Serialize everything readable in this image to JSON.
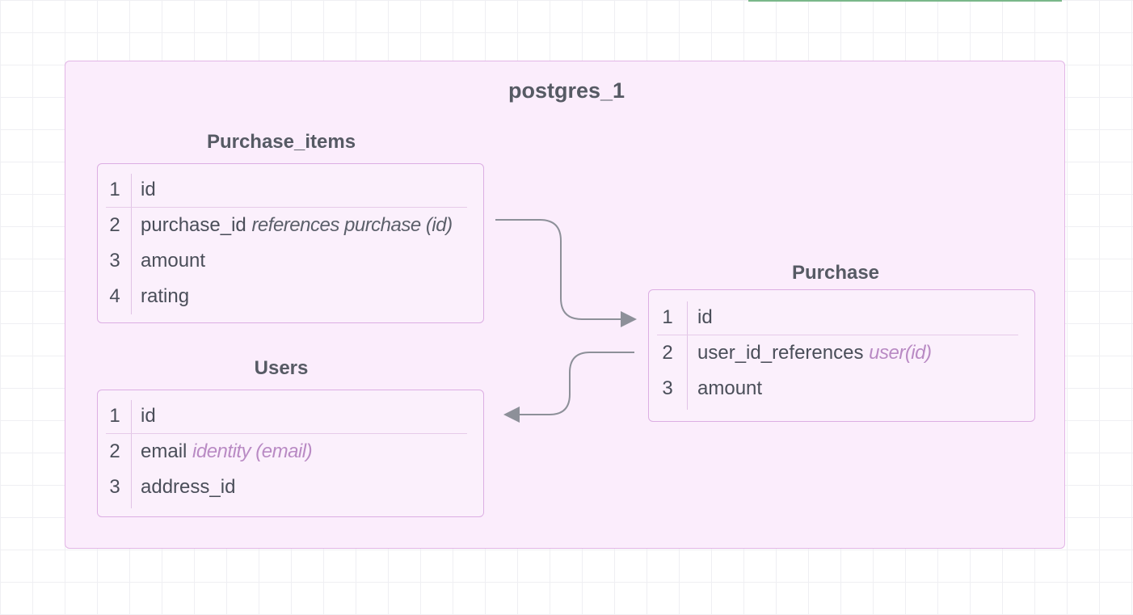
{
  "group": {
    "title": "postgres_1"
  },
  "tables": {
    "purchase_items": {
      "title": "Purchase_items",
      "rows": [
        {
          "num": "1",
          "name": "id",
          "note": ""
        },
        {
          "num": "2",
          "name": "purchase_id",
          "note": "references purchase (id)"
        },
        {
          "num": "3",
          "name": "amount",
          "note": ""
        },
        {
          "num": "4",
          "name": "rating",
          "note": ""
        }
      ]
    },
    "users": {
      "title": "Users",
      "rows": [
        {
          "num": "1",
          "name": "id",
          "note": ""
        },
        {
          "num": "2",
          "name": "email",
          "note": "identity (email)"
        },
        {
          "num": "3",
          "name": "address_id",
          "note": ""
        }
      ]
    },
    "purchase": {
      "title": "Purchase",
      "rows": [
        {
          "num": "1",
          "name": "id",
          "note": ""
        },
        {
          "num": "2",
          "name": "user_id_references",
          "note": "user(id)"
        },
        {
          "num": "3",
          "name": "amount",
          "note": ""
        }
      ]
    }
  },
  "colors": {
    "group_fill": "#fbedfc",
    "group_border": "#e2b6e6",
    "note_accent": "#b98ac4",
    "edge": "#8d9099"
  }
}
